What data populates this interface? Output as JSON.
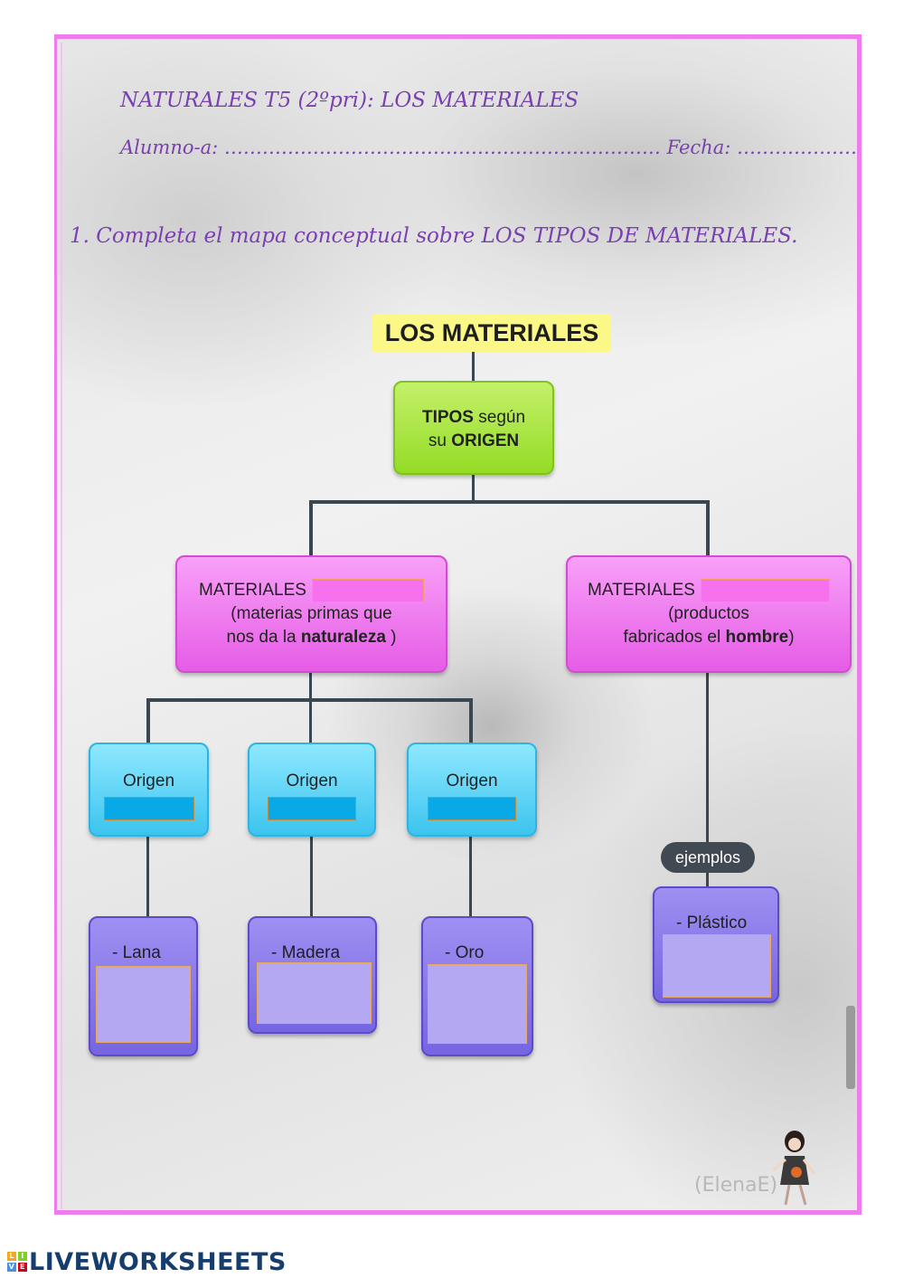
{
  "worksheet": {
    "title": "NATURALES T5 (2ºpri): LOS MATERIALES",
    "student_label": "Alumno-a:",
    "student_dots": "……………………………………………………………",
    "date_label": "Fecha:",
    "date_dots": "……………………………",
    "question": "1.  Completa el mapa conceptual sobre LOS TIPOS DE MATERIALES."
  },
  "concept_map": {
    "root": "LOS MATERIALES",
    "origin_node": {
      "bold1": "TIPOS",
      "text1": " según",
      "text2": "su ",
      "bold2": "ORIGEN"
    },
    "natural_node": {
      "label": "MATERIALES",
      "line1": "(materias primas que",
      "line2_pre": "nos da la ",
      "line2_bold": "naturaleza",
      "line2_post": " )",
      "field_value": ""
    },
    "artificial_node": {
      "label": "MATERIALES",
      "line1": "(productos",
      "line2_pre": "fabricados el ",
      "line2_bold": "hombre",
      "line2_post": ")",
      "field_value": ""
    },
    "origin_boxes": [
      {
        "label": "Origen",
        "value": ""
      },
      {
        "label": "Origen",
        "value": ""
      },
      {
        "label": "Origen",
        "value": ""
      }
    ],
    "example_pill": "ejemplos",
    "example_boxes": [
      {
        "label": "- Lana",
        "value": ""
      },
      {
        "label": "- Madera",
        "value": ""
      },
      {
        "label": "- Oro",
        "value": ""
      },
      {
        "label": "- Plástico",
        "value": ""
      }
    ]
  },
  "signature": "(ElenaE)",
  "brand": {
    "name": "LIVEWORKSHEETS",
    "icon_letters": [
      "L",
      "I",
      "V",
      "E"
    ],
    "icon_colors": [
      "#f5a623",
      "#7ed321",
      "#4a90e2",
      "#d0021b"
    ]
  }
}
